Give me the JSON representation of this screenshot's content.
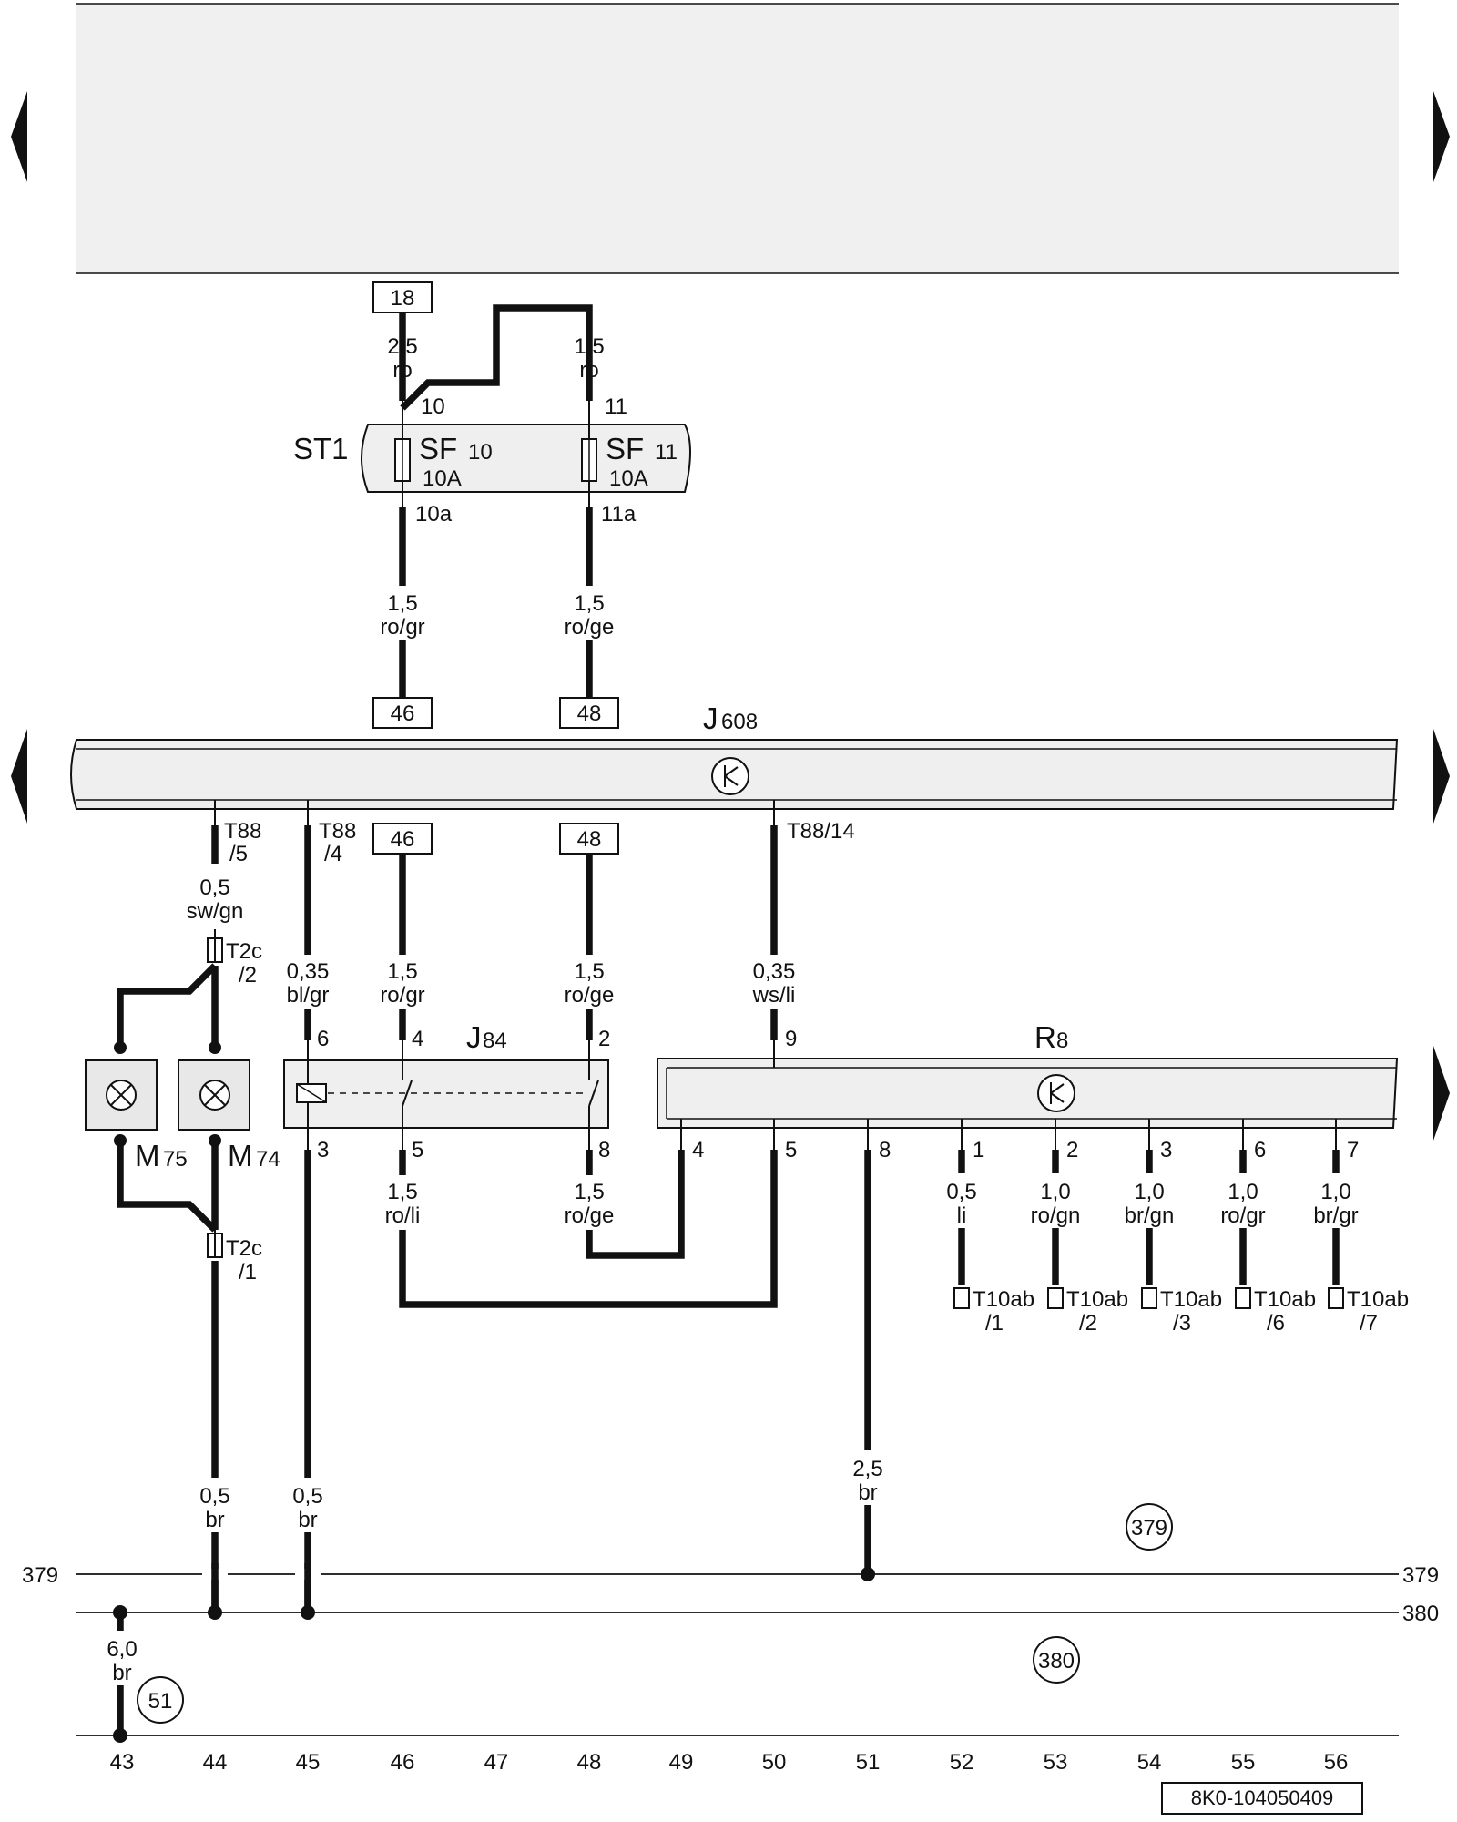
{
  "diagram": {
    "columns": [
      "43",
      "44",
      "45",
      "46",
      "47",
      "48",
      "49",
      "50",
      "51",
      "52",
      "53",
      "54",
      "55",
      "56"
    ],
    "document_code": "8K0-104050409",
    "buses": [
      {
        "id": "379",
        "label_left": "379",
        "label_right": "379",
        "circle": "379"
      },
      {
        "id": "380",
        "label_right": "380",
        "circle": "380"
      }
    ],
    "ground_circle": "51",
    "ground_wire": {
      "size": "6,0",
      "color": "br"
    },
    "fuse_box": {
      "name": "ST1",
      "fuses": [
        {
          "name": "SF",
          "num": "10",
          "rating": "10A",
          "pin_in": "10",
          "pin_out": "10a"
        },
        {
          "name": "SF",
          "num": "11",
          "rating": "10A",
          "pin_in": "11",
          "pin_out": "11a"
        }
      ]
    },
    "top_refs": [
      {
        "ref": "18",
        "size": "2,5",
        "color": "ro"
      },
      {
        "size": "1,5",
        "color": "ro"
      }
    ],
    "fuse_out_wires": [
      {
        "size": "1,5",
        "color": "ro/gr",
        "ref": "46"
      },
      {
        "size": "1,5",
        "color": "ro/ge",
        "ref": "48"
      }
    ],
    "j608": {
      "name": "J",
      "num": "608",
      "pins": [
        {
          "pin": "T88",
          "sub": "/5"
        },
        {
          "pin": "T88",
          "sub": "/4"
        },
        {
          "pin": "T88/14"
        }
      ]
    },
    "j84": {
      "name": "J",
      "num": "84",
      "pins_top": [
        "6",
        "4",
        "2"
      ],
      "pins_bottom": [
        "3",
        "5",
        "8"
      ]
    },
    "r8": {
      "name": "R",
      "num": "8",
      "pin_top": "9",
      "pins_bottom": [
        "4",
        "5",
        "8",
        "1",
        "2",
        "3",
        "6",
        "7"
      ]
    },
    "motors": [
      {
        "name": "M",
        "num": "75"
      },
      {
        "name": "M",
        "num": "74"
      }
    ],
    "connector_t2c": [
      {
        "name": "T2c",
        "sub": "/2"
      },
      {
        "name": "T2c",
        "sub": "/1"
      }
    ],
    "wires": {
      "sw_gn": {
        "size": "0,5",
        "color": "sw/gn"
      },
      "bl_gr": {
        "size": "0,35",
        "color": "bl/gr"
      },
      "ro_gr": {
        "size": "1,5",
        "color": "ro/gr",
        "ref": "46"
      },
      "ro_ge": {
        "size": "1,5",
        "color": "ro/ge",
        "ref": "48"
      },
      "ws_li": {
        "size": "0,35",
        "color": "ws/li"
      },
      "ro_li": {
        "size": "1,5",
        "color": "ro/li"
      },
      "ro_ge2": {
        "size": "1,5",
        "color": "ro/ge"
      },
      "br_44": {
        "size": "0,5",
        "color": "br"
      },
      "br_45": {
        "size": "0,5",
        "color": "br"
      },
      "br_51": {
        "size": "2,5",
        "color": "br"
      }
    },
    "r8_outputs": [
      {
        "size": "0,5",
        "color": "li",
        "conn": "T10ab",
        "sub": "/1"
      },
      {
        "size": "1,0",
        "color": "ro/gn",
        "conn": "T10ab",
        "sub": "/2"
      },
      {
        "size": "1,0",
        "color": "br/gn",
        "conn": "T10ab",
        "sub": "/3"
      },
      {
        "size": "1,0",
        "color": "ro/gr",
        "conn": "T10ab",
        "sub": "/6"
      },
      {
        "size": "1,0",
        "color": "br/gr",
        "conn": "T10ab",
        "sub": "/7"
      }
    ]
  }
}
